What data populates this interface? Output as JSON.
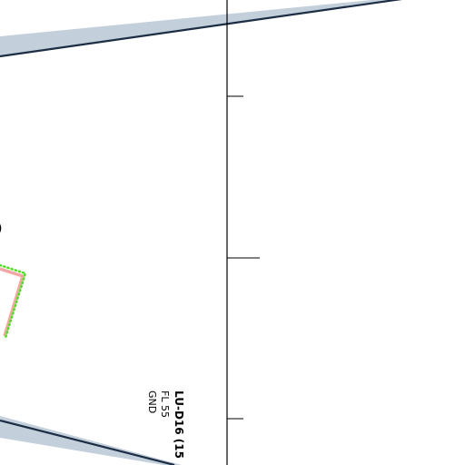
{
  "map": {
    "airspace_label": {
      "name": "LU-D16 (15",
      "upper_limit": "FL 55",
      "lower_limit": "GND"
    },
    "partial_label_fragment": ")",
    "colors": {
      "border_band": "#c3d0dc",
      "border_line": "#1c2d44",
      "restricted_outline": "#f2a6a6",
      "restricted_dots": "#4fe020",
      "meridian_line": "#000000"
    }
  }
}
